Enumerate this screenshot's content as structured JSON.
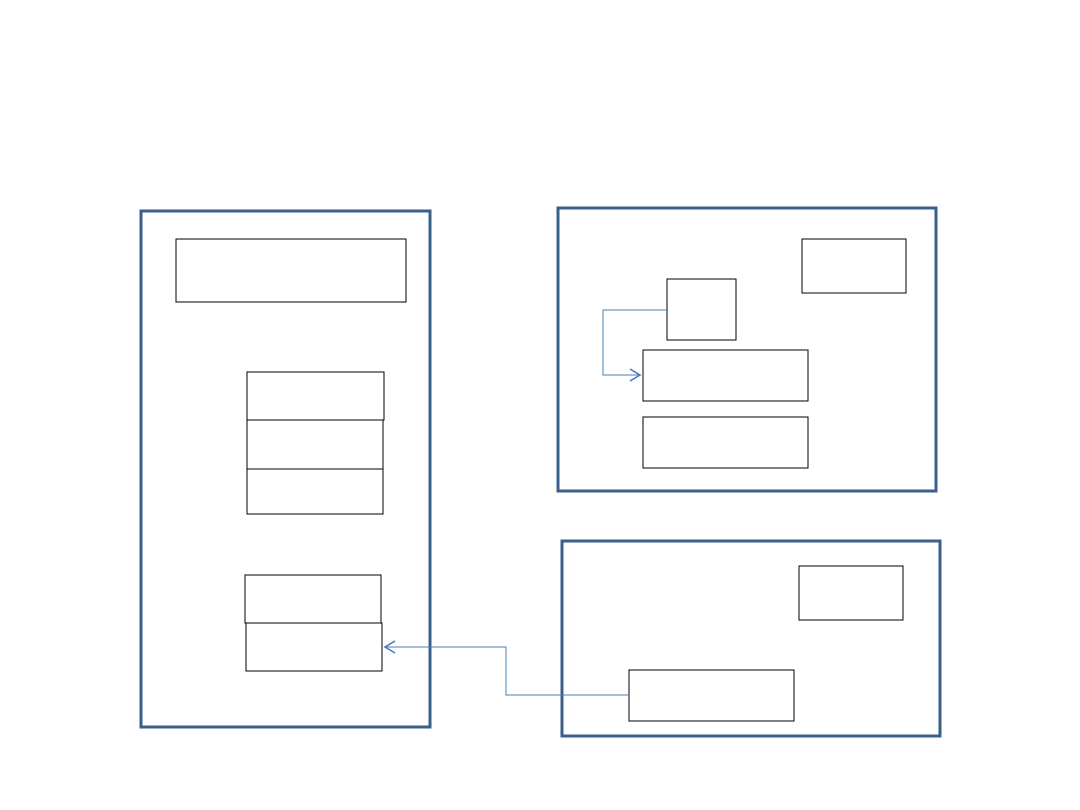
{
  "colors": {
    "background": "#ffffff",
    "panel_border": "#3a5f8a",
    "box_border": "#000000",
    "connector": "#4a7ebb"
  },
  "diagram": {
    "panels": [
      {
        "id": "left-panel",
        "boxes": [
          "left-top-box",
          "left-stack-1",
          "left-stack-2",
          "left-stack-3",
          "left-pair-1",
          "left-pair-2"
        ]
      },
      {
        "id": "right-top-panel",
        "boxes": [
          "rt-corner-box",
          "rt-small-box",
          "rt-wide-box-1",
          "rt-wide-box-2"
        ]
      },
      {
        "id": "right-bottom-panel",
        "boxes": [
          "rb-corner-box",
          "rb-wide-box"
        ]
      }
    ],
    "connectors": [
      {
        "id": "connector-rt-small-to-wide",
        "from": "rt-small-box",
        "to": "rt-wide-box-1"
      },
      {
        "id": "connector-rb-wide-to-left-pair",
        "from": "rb-wide-box",
        "to": "left-pair-2"
      }
    ]
  }
}
